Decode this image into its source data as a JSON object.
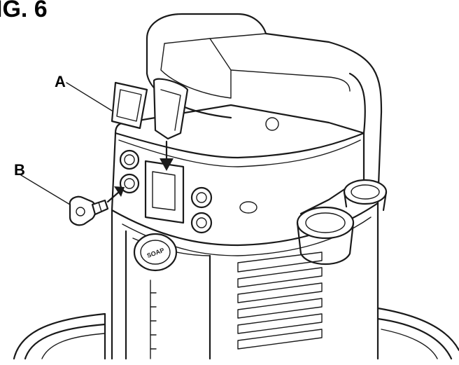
{
  "figure": {
    "title": "IG. 6"
  },
  "callouts": [
    {
      "label": "A"
    },
    {
      "label": "B"
    }
  ],
  "parts": {
    "soap_cap_text": "SOAP"
  },
  "colors": {
    "line": "#1a1a1a",
    "background": "#ffffff"
  }
}
